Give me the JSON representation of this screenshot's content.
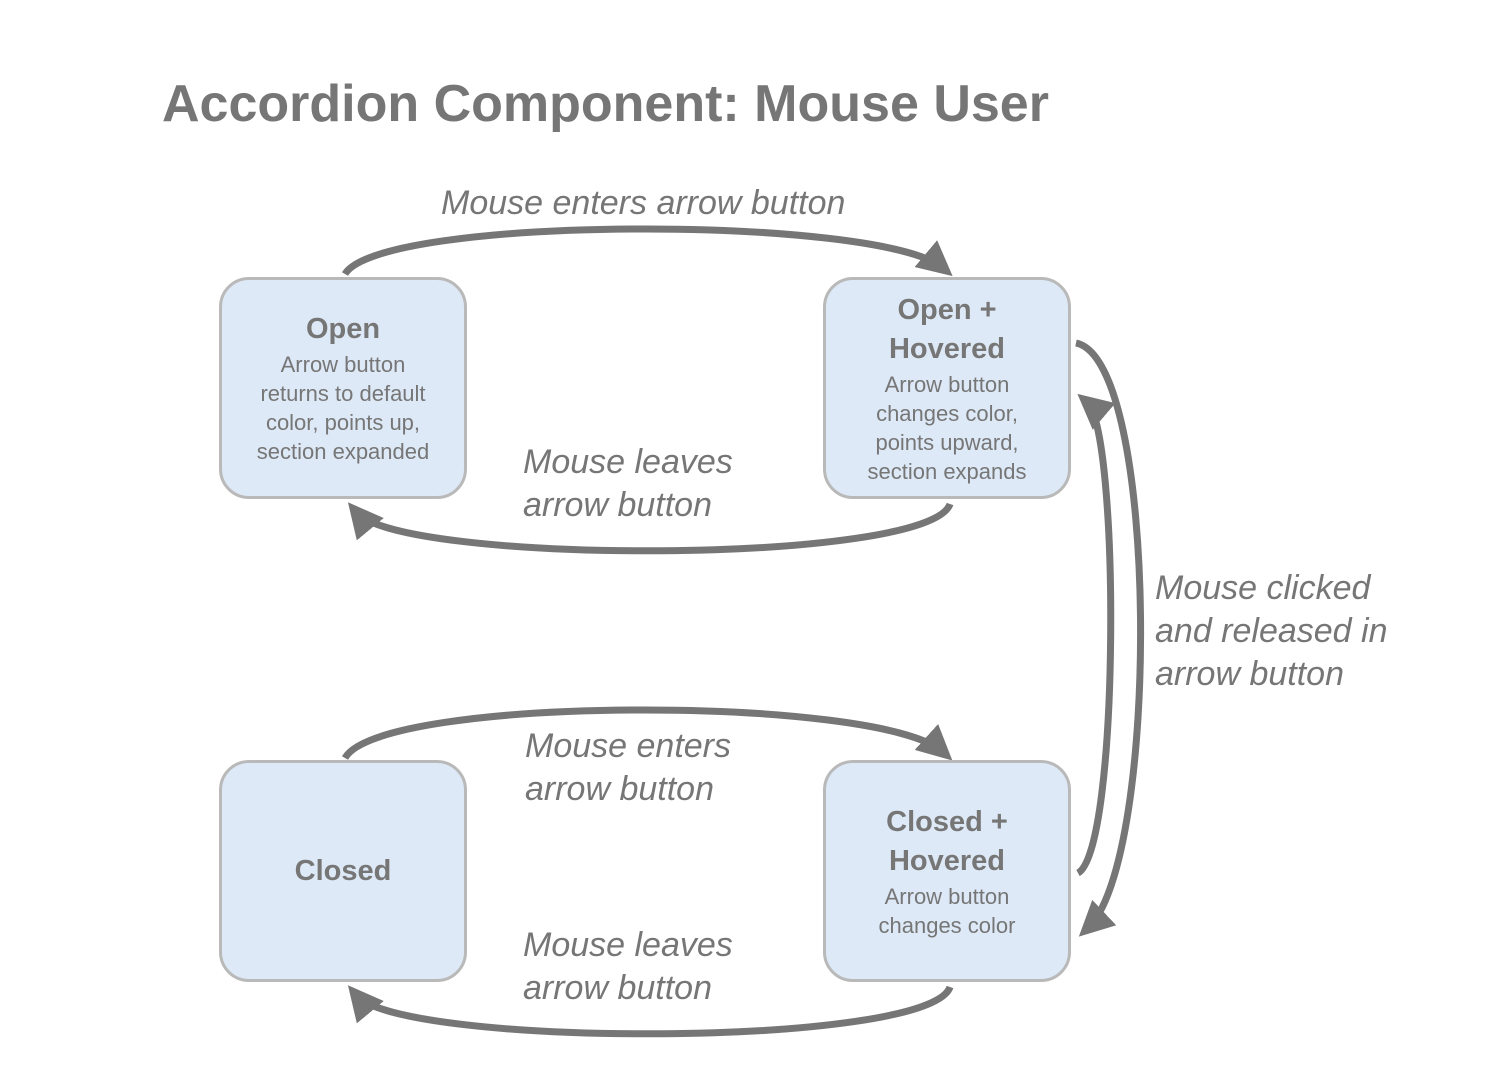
{
  "title": "Accordion Component: Mouse User",
  "states": {
    "open": {
      "title": "Open",
      "description": "Arrow button\nreturns to default\ncolor, points up,\nsection expanded"
    },
    "open_hovered": {
      "title": "Open +\nHovered",
      "description": "Arrow button\nchanges color,\npoints upward,\nsection expands"
    },
    "closed": {
      "title": "Closed",
      "description": ""
    },
    "closed_hovered": {
      "title": "Closed +\nHovered",
      "description": "Arrow button\nchanges color"
    }
  },
  "transitions": {
    "open_to_open_hovered": "Mouse enters arrow button",
    "open_hovered_to_open": "Mouse leaves\narrow button",
    "closed_to_closed_hovered": "Mouse enters\narrow button",
    "closed_hovered_to_closed": "Mouse leaves\narrow button",
    "click_toggle": "Mouse clicked\nand released in\narrow button"
  },
  "colors": {
    "state_fill": "#dde9f6",
    "state_border": "#b9b9b9",
    "arrow": "#767676",
    "text": "#767676"
  }
}
